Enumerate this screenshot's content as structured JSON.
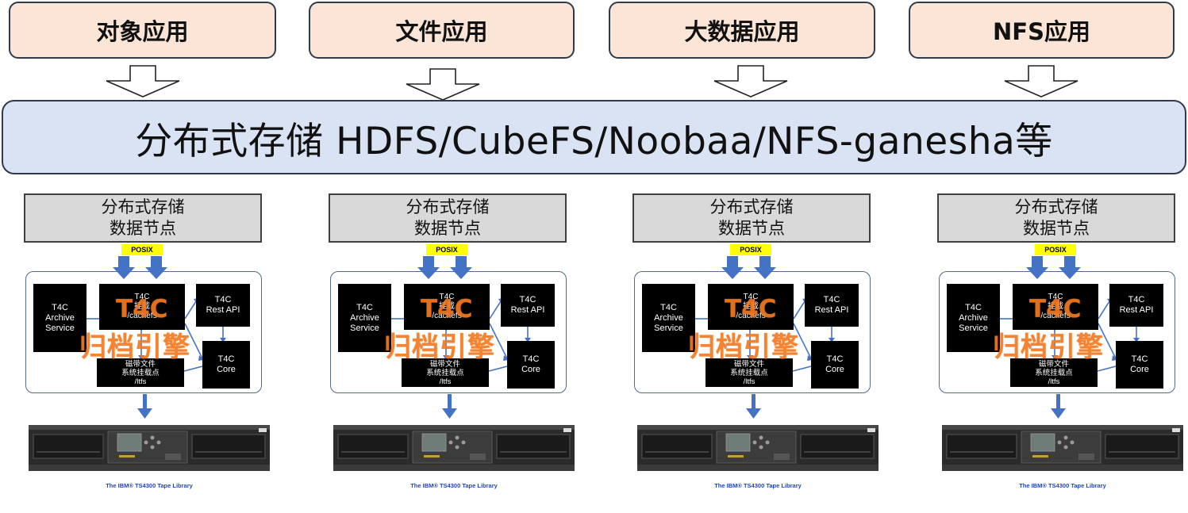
{
  "apps": [
    {
      "label": "对象应用"
    },
    {
      "label": "文件应用"
    },
    {
      "label": "大数据应用"
    },
    {
      "label": "NFS应用"
    }
  ],
  "storage": {
    "label": "分布式存储 HDFS/CubeFS/Noobaa/NFS-ganesha等"
  },
  "node": {
    "header_line1": "分布式存储",
    "header_line2": "数据节点",
    "posix": "POSIX",
    "archive_service": [
      "T4C",
      "Archive",
      "Service"
    ],
    "cache_mount": [
      "T4C",
      "挂载",
      "/cachefs"
    ],
    "rest_api": [
      "T4C",
      "Rest API"
    ],
    "core": [
      "T4C",
      "Core"
    ],
    "ltfs_mount": [
      "磁带文件",
      "系统挂载点",
      "/ltfs"
    ],
    "engine_overlay_1": "T4C",
    "engine_overlay_2": "归档引擎",
    "tape_caption": "The IBM® TS4300 Tape Library"
  },
  "colors": {
    "app_fill": "#fbe5d6",
    "storage_fill": "#dae3f3",
    "arrow_blue": "#4472c4",
    "engine_orange": "#f47a20",
    "posix_yellow": "#ffff00"
  }
}
